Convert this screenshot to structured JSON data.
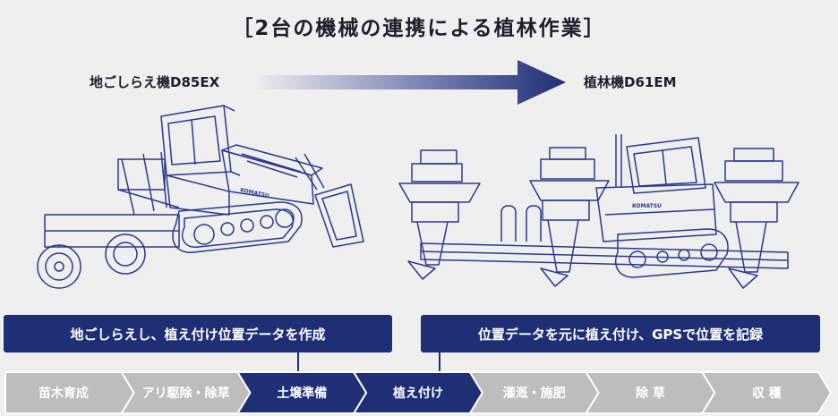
{
  "title": "［2台の機械の連携による植林作業］",
  "left_machine": {
    "label": "地ごしらえ機D85EX",
    "brand": "KOMATSU"
  },
  "right_machine": {
    "label": "植林機D61EM",
    "brand": "KOMATSU"
  },
  "colors": {
    "navy": "#1f2f76",
    "step_gray": "#bdbdbd",
    "background": "#efefef"
  },
  "callouts": [
    "地ごしらえし、植え付け位置データを作成",
    "位置データを元に植え付け、GPSで位置を記録"
  ],
  "steps": [
    {
      "label": "苗木育成",
      "highlight": false
    },
    {
      "label": "アリ駆除・除草",
      "highlight": false
    },
    {
      "label": "土壌準備",
      "highlight": true
    },
    {
      "label": "植え付け",
      "highlight": true
    },
    {
      "label": "灌漑・施肥",
      "highlight": false
    },
    {
      "label": "除 草",
      "highlight": false
    },
    {
      "label": "収 穫",
      "highlight": false
    }
  ]
}
